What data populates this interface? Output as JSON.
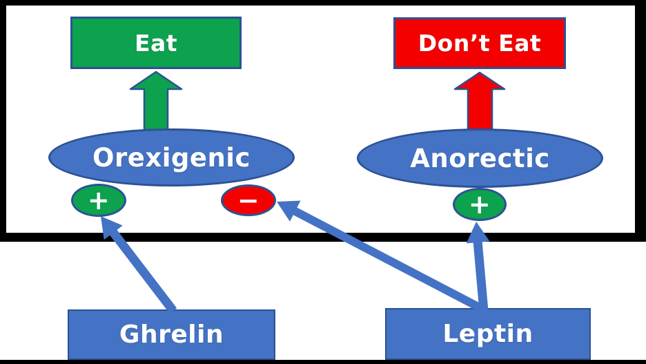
{
  "colors": {
    "blue": "#4472C4",
    "blue_dark": "#2C5293",
    "green": "#0DA24E",
    "red": "#F40000",
    "frame": "#000000",
    "text": "#FFFFFF"
  },
  "nodes": {
    "eat": {
      "label": "Eat"
    },
    "dont_eat": {
      "label": "Don’t Eat"
    },
    "orexigenic": {
      "label": "Orexigenic"
    },
    "anorectic": {
      "label": "Anorectic"
    },
    "plus_left": {
      "symbol": "+"
    },
    "minus": {
      "symbol": "−"
    },
    "plus_right": {
      "symbol": "+"
    },
    "ghrelin": {
      "label": "Ghrelin"
    },
    "leptin": {
      "label": "Leptin"
    }
  },
  "edges": [
    {
      "from": "Orexigenic",
      "to": "Eat",
      "style": "block-arrow",
      "color": "green"
    },
    {
      "from": "Anorectic",
      "to": "Don’t Eat",
      "style": "block-arrow",
      "color": "red"
    },
    {
      "from": "Ghrelin",
      "to": "Orexigenic",
      "sign": "+",
      "style": "arrow",
      "color": "blue"
    },
    {
      "from": "Leptin",
      "to": "Orexigenic",
      "sign": "−",
      "style": "arrow",
      "color": "blue"
    },
    {
      "from": "Leptin",
      "to": "Anorectic",
      "sign": "+",
      "style": "arrow",
      "color": "blue"
    }
  ]
}
